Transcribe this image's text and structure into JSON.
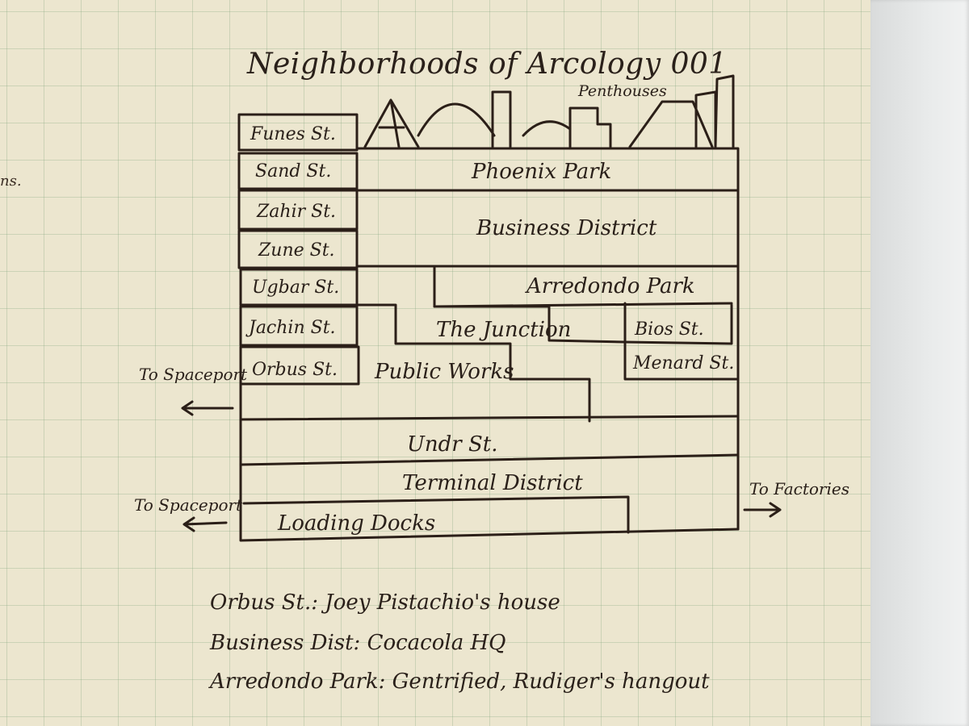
{
  "title": "Neighborhoods of Arcology 001",
  "skyline_label": "Penthouses",
  "margin_fragment": "ns.",
  "street_labels": [
    "Funes St.",
    "Sand St.",
    "Zahir St.",
    "Zune St.",
    "Ugbar St.",
    "Jachin St.",
    "Orbus St."
  ],
  "districts": {
    "phoenix_park": "Phoenix Park",
    "business_district": "Business District",
    "arredondo_park": "Arredondo Park",
    "the_junction": "The Junction",
    "bios_st": "Bios St.",
    "menard_st": "Menard St.",
    "public_works": "Public Works",
    "undr_st": "Undr St.",
    "terminal_district": "Terminal District",
    "loading_docks": "Loading Docks"
  },
  "arrows": {
    "spaceport_upper": "To Spaceport",
    "spaceport_lower": "To Spaceport",
    "factories": "To Factories"
  },
  "notes": [
    "Orbus St.: Joey Pistachio's house",
    "Business Dist: Cocacola HQ",
    "Arredondo Park: Gentrified, Rudiger's hangout"
  ]
}
